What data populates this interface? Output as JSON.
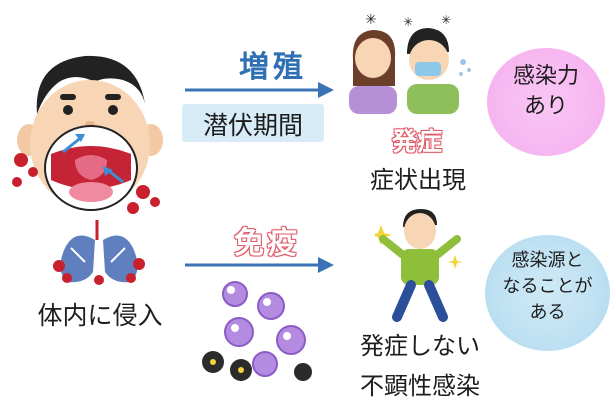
{
  "labels": {
    "proliferation": "増殖",
    "incubation": "潜伏期間",
    "onset_red": "発症",
    "symptoms": "症状出現",
    "immunity": "免疫",
    "invasion": "体内に侵入",
    "no_onset": "発症しない",
    "inapparent": "不顕性感染"
  },
  "bubbles": {
    "infectious_lines": [
      "感染力",
      "あり"
    ],
    "source_lines": [
      "感染源と",
      "なることが",
      "ある"
    ]
  },
  "colors": {
    "arrow": "#3b73b6",
    "virus": "#c8202c",
    "accent_red": "#e05c6a",
    "pink_bubble": "#f7b8f1",
    "blue_bubble": "#bfe1f2"
  },
  "icons": [
    "open-mouth-face-icon",
    "lungs-icon",
    "sick-people-icon",
    "healthy-person-icon",
    "immune-cells-icon",
    "virus-icon"
  ]
}
